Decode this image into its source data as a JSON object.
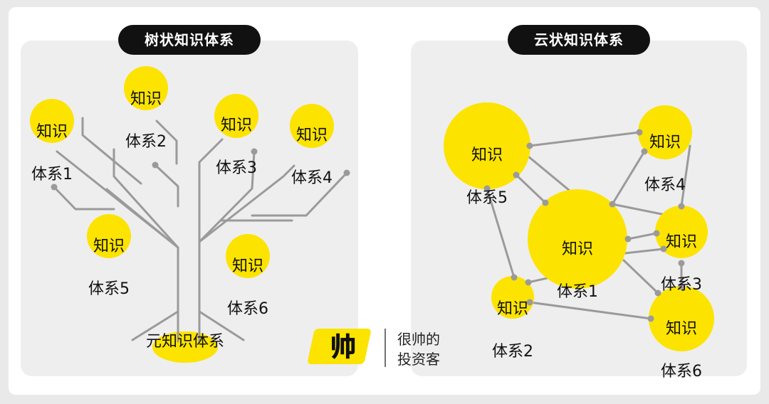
{
  "tree_panel": {
    "title": "树状知识体系",
    "root_label": "元知识体系",
    "nodes": [
      {
        "id": "1",
        "line1": "知识",
        "line2": "体系1"
      },
      {
        "id": "2",
        "line1": "知识",
        "line2": "体系2"
      },
      {
        "id": "3",
        "line1": "知识",
        "line2": "体系3"
      },
      {
        "id": "4",
        "line1": "知识",
        "line2": "体系4"
      },
      {
        "id": "5",
        "line1": "知识",
        "line2": "体系5"
      },
      {
        "id": "6",
        "line1": "知识",
        "line2": "体系6"
      }
    ]
  },
  "cloud_panel": {
    "title": "云状知识体系",
    "nodes": [
      {
        "id": "1",
        "line1": "知识",
        "line2": "体系1"
      },
      {
        "id": "2",
        "line1": "知识",
        "line2": "体系2"
      },
      {
        "id": "3",
        "line1": "知识",
        "line2": "体系3"
      },
      {
        "id": "4",
        "line1": "知识",
        "line2": "体系4"
      },
      {
        "id": "5",
        "line1": "知识",
        "line2": "体系5"
      },
      {
        "id": "6",
        "line1": "知识",
        "line2": "体系6"
      }
    ]
  },
  "brand": {
    "logo_glyph": "帅",
    "name_line1": "很帅的",
    "name_line2": "投资客"
  },
  "colors": {
    "accent": "#fce300",
    "line": "#9a9a9a",
    "panel": "#eeeeee",
    "pill": "#111111"
  }
}
